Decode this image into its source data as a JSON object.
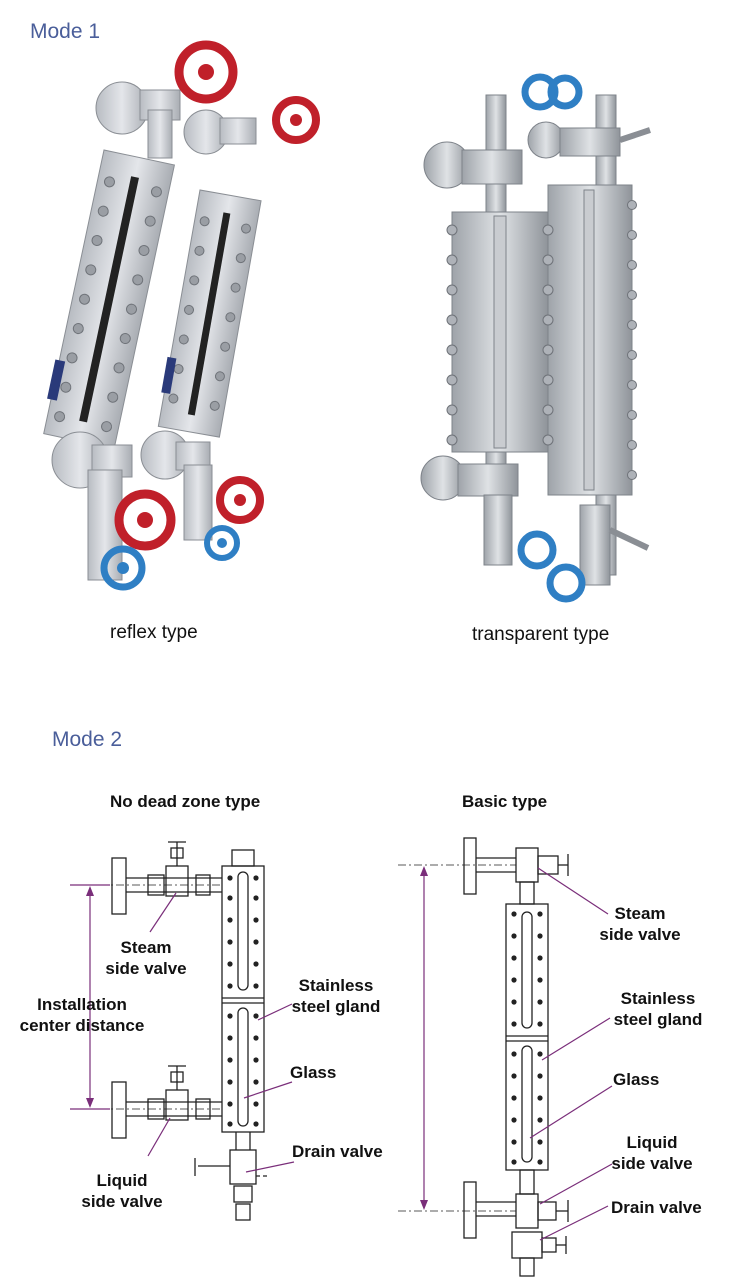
{
  "mode1": {
    "title": "Mode 1",
    "reflex_caption": "reflex type",
    "transparent_caption": "transparent type"
  },
  "mode2": {
    "title": "Mode 2",
    "no_dead_zone": {
      "title": "No dead zone type",
      "steam_valve": [
        "Steam",
        "side valve"
      ],
      "install_dist": [
        "Installation",
        "center distance"
      ],
      "gland": [
        "Stainless",
        "steel gland"
      ],
      "glass": "Glass",
      "drain": "Drain valve",
      "liquid_valve": [
        "Liquid",
        "side valve"
      ]
    },
    "basic": {
      "title": "Basic type",
      "steam_valve": [
        "Steam",
        "side valve"
      ],
      "gland": [
        "Stainless",
        "steel gland"
      ],
      "glass": "Glass",
      "liquid_valve": [
        "Liquid",
        "side valve"
      ],
      "drain": "Drain valve"
    }
  },
  "colors": {
    "mode_title": "#4a5e9a",
    "leader_line": "#7a2e7a",
    "handwheel_red": "#c0202a",
    "handwheel_blue": "#2f7fc4"
  }
}
